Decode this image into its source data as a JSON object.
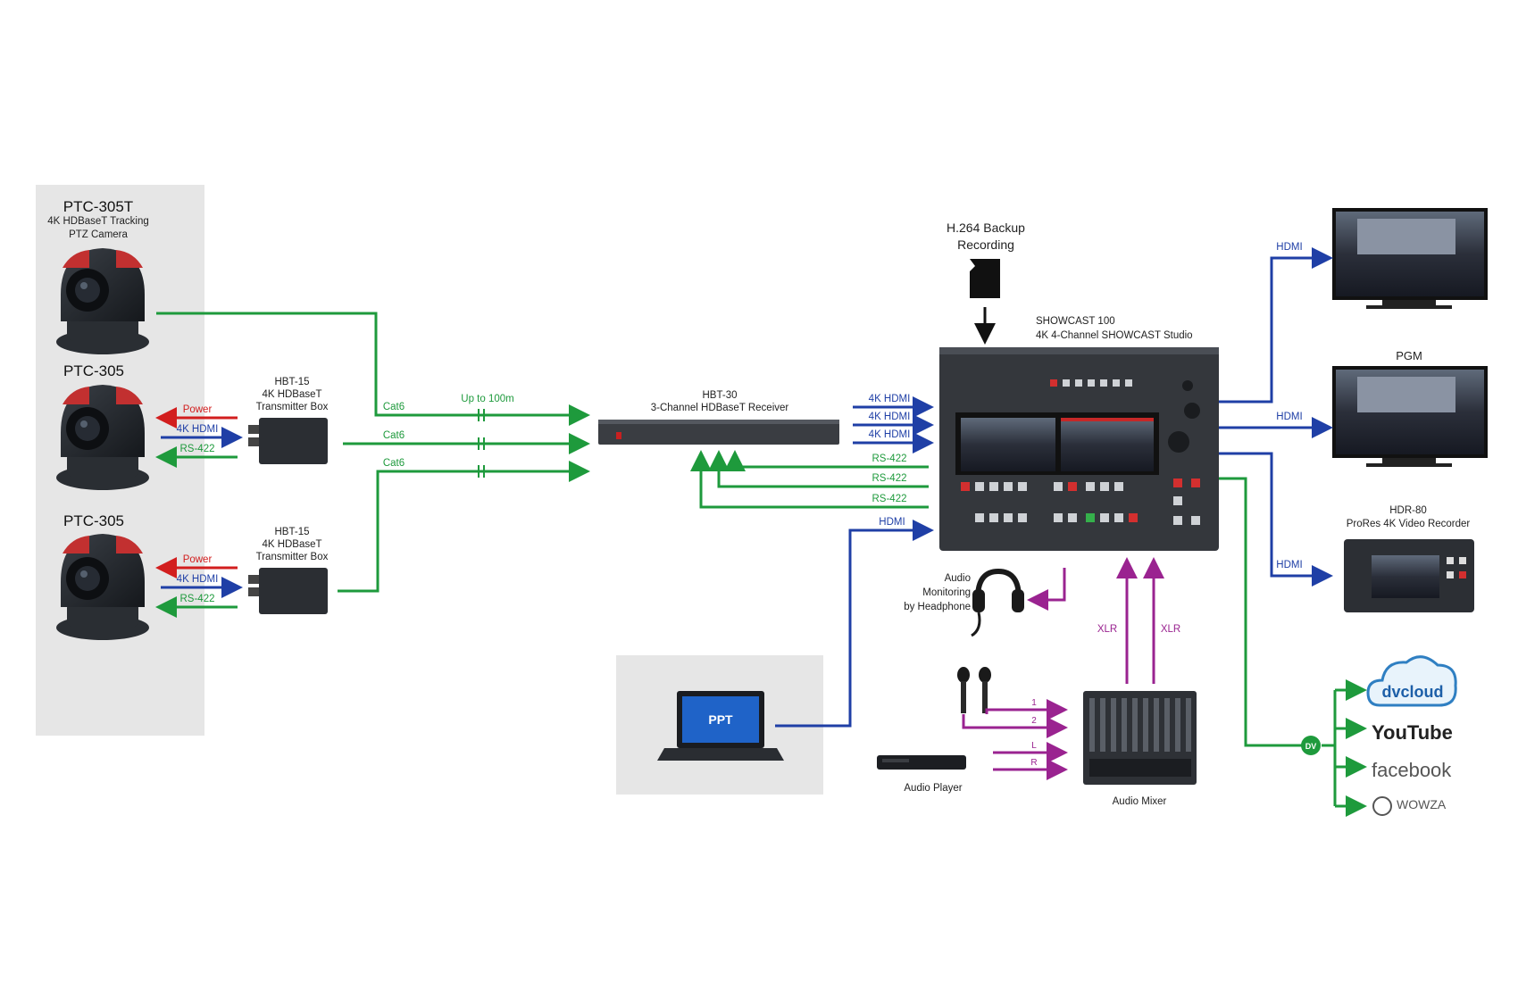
{
  "colors": {
    "green": "#1e9a3c",
    "blue": "#1f3fa6",
    "red": "#d21e1e",
    "purple": "#9a2390",
    "panel": "#e6e6e6"
  },
  "cameras": [
    {
      "model": "PTC-305T",
      "subtitle_1": "4K HDBaseT Tracking",
      "subtitle_2": "PTZ Camera"
    },
    {
      "model": "PTC-305",
      "subtitle_1": "",
      "subtitle_2": ""
    },
    {
      "model": "PTC-305",
      "subtitle_1": "",
      "subtitle_2": ""
    }
  ],
  "transmitters": [
    {
      "model": "HBT-15",
      "line2": "4K HDBaseT",
      "line3": "Transmitter Box"
    },
    {
      "model": "HBT-15",
      "line2": "4K HDBaseT",
      "line3": "Transmitter Box"
    }
  ],
  "camera_signals": {
    "power": "Power",
    "hdmi": "4K HDMI",
    "rs422": "RS-422"
  },
  "cat6_labels": [
    "Cat6",
    "Cat6",
    "Cat6"
  ],
  "distance_label": "Up to 100m",
  "receiver": {
    "model": "HBT-30",
    "name": "3-Channel HDBaseT Receiver"
  },
  "receiver_outputs": [
    "4K HDMI",
    "4K HDMI",
    "4K HDMI"
  ],
  "control_lines": [
    "RS-422",
    "RS-422",
    "RS-422"
  ],
  "pc_hdmi_label": "HDMI",
  "laptop_screen": "PPT",
  "backup": {
    "line1": "H.264 Backup",
    "line2": "Recording"
  },
  "switcher": {
    "model": "SHOWCAST 100",
    "name": "4K 4-Channel SHOWCAST Studio"
  },
  "outputs": [
    {
      "label": "HDMI",
      "title": ""
    },
    {
      "label": "HDMI",
      "title": "PGM"
    },
    {
      "label": "HDMI",
      "title": "HDR-80",
      "subtitle": "ProRes 4K Video Recorder"
    }
  ],
  "audio": {
    "monitoring": [
      "Audio",
      "Monitoring",
      "by Headphone"
    ],
    "xlr_labels": [
      "XLR",
      "XLR"
    ],
    "mic_channels": [
      "1",
      "2"
    ],
    "player_channels": [
      "L",
      "R"
    ],
    "player_label": "Audio Player",
    "mixer_label": "Audio Mixer"
  },
  "streaming": {
    "hub_label": "DV",
    "services": [
      "dvcloud",
      "YouTube",
      "facebook",
      "WOWZA"
    ]
  }
}
